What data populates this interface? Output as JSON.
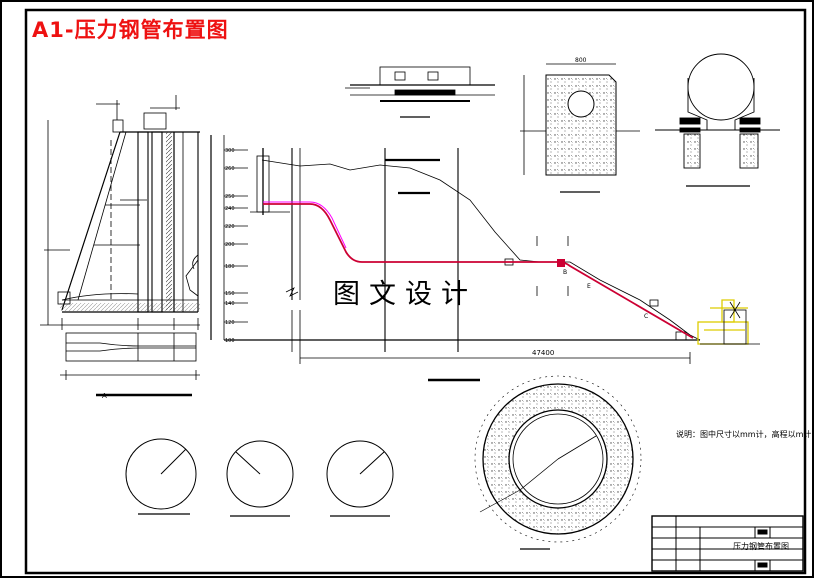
{
  "sheet_title": "A1-压力钢管布置图",
  "watermark": "图文设计",
  "note": "说明：图中尺寸以mm计，高程以m计",
  "title_block": {
    "drawing_name": "压力钢管布置图"
  },
  "dimensions": {
    "total_length": "47400",
    "top_width": "800"
  },
  "elevations": [
    "300",
    "260",
    "250",
    "240",
    "220",
    "200",
    "180",
    "150",
    "140",
    "120",
    "100"
  ],
  "section_labels": {
    "A": "A",
    "B": "B",
    "C": "C",
    "E": "E"
  },
  "colors": {
    "frame": "#000000",
    "title": "#ee1111",
    "pipe_profile": "#cc0033",
    "pipe_highlight": "#ff00ff",
    "hatch": "#333333",
    "yellow_house": "#ddcc00"
  }
}
